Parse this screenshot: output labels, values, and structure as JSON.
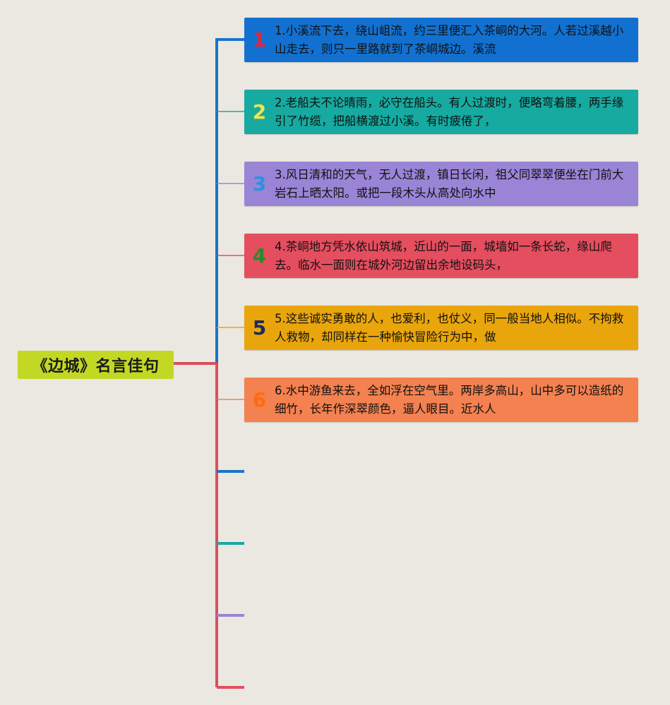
{
  "root": {
    "title": "《边城》名言佳句"
  },
  "colors": {
    "background": "#ebe8e1",
    "root": "#c3d824",
    "trunk_blue": "#1a73c9",
    "trunk_red": "#d94f5f"
  },
  "branches": [
    {
      "number": "1",
      "text": "1.小溪流下去，绕山岨流，约三里便汇入茶峒的大河。人若过溪越小山走去，则只一里路就到了茶峒城边。溪流",
      "color": "#1271d0",
      "number_color": "#e5243b",
      "line_color": "#1a73c9"
    },
    {
      "number": "2",
      "text": "2.老船夫不论晴雨，必守在船头。有人过渡时，便略弯着腰，两手缘引了竹缆，把船横渡过小溪。有时疲倦了，",
      "color": "#16aaa0",
      "number_color": "#f2e24a",
      "line_color": "#16aaa0"
    },
    {
      "number": "3",
      "text": "3.风日清和的天气，无人过渡，镇日长闲，祖父同翠翠便坐在门前大岩石上晒太阳。或把一段木头从高处向水中",
      "color": "#9a84d6",
      "number_color": "#2f8fe0",
      "line_color": "#9a84d6"
    },
    {
      "number": "4",
      "text": "4.茶峒地方凭水依山筑城，近山的一面，城墙如一条长蛇，缘山爬去。临水一面则在城外河边留出余地设码头，",
      "color": "#e54e5f",
      "number_color": "#2a8a2a",
      "line_color": "#e54e5f"
    },
    {
      "number": "5",
      "text": "5.这些诚实勇敢的人，也爱利，也仗义，同一般当地人相似。不拘救人救物，却同样在一种愉快冒险行为中，做",
      "color": "#e9a50c",
      "number_color": "#1f2a5c",
      "line_color": "#e9a50c"
    },
    {
      "number": "6",
      "text": "6.水中游鱼来去，全如浮在空气里。两岸多高山，山中多可以造纸的细竹，长年作深翠颜色，逼人眼目。近水人",
      "color": "#f48150",
      "number_color": "#ff6a12",
      "line_color": "#f48150"
    }
  ],
  "empty_branches": [
    {
      "color": "#1a73c9"
    },
    {
      "color": "#16aaa0"
    },
    {
      "color": "#9a84d6"
    },
    {
      "color": "#e54e5f"
    }
  ]
}
